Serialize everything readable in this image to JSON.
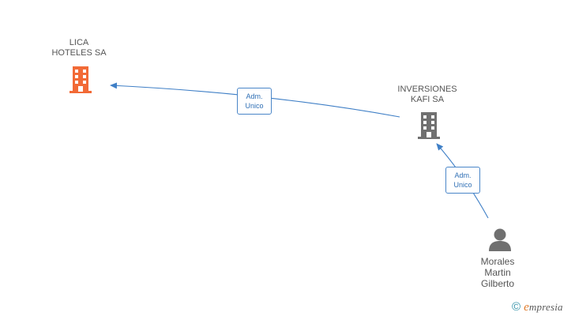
{
  "nodes": {
    "lica": {
      "name_lines": [
        "LICA",
        "HOTELES SA"
      ],
      "icon": "building-icon",
      "color": "#f26a36"
    },
    "kafi": {
      "name_lines": [
        "INVERSIONES",
        "KAFI SA"
      ],
      "icon": "building-icon",
      "color": "#707070"
    },
    "morales": {
      "name_lines": [
        "Morales",
        "Martin",
        "Gilberto"
      ],
      "icon": "person-icon",
      "color": "#707070"
    }
  },
  "edges": [
    {
      "from": "kafi",
      "to": "lica",
      "label_lines": [
        "Adm.",
        "Unico"
      ]
    },
    {
      "from": "morales",
      "to": "kafi",
      "label_lines": [
        "Adm.",
        "Unico"
      ]
    }
  ],
  "colors": {
    "edge": "#3f7fc6",
    "badge_text": "#2f6fb5",
    "label": "#555555"
  },
  "watermark": {
    "symbol": "©",
    "brand_first": "e",
    "brand_rest": "mpresia"
  }
}
